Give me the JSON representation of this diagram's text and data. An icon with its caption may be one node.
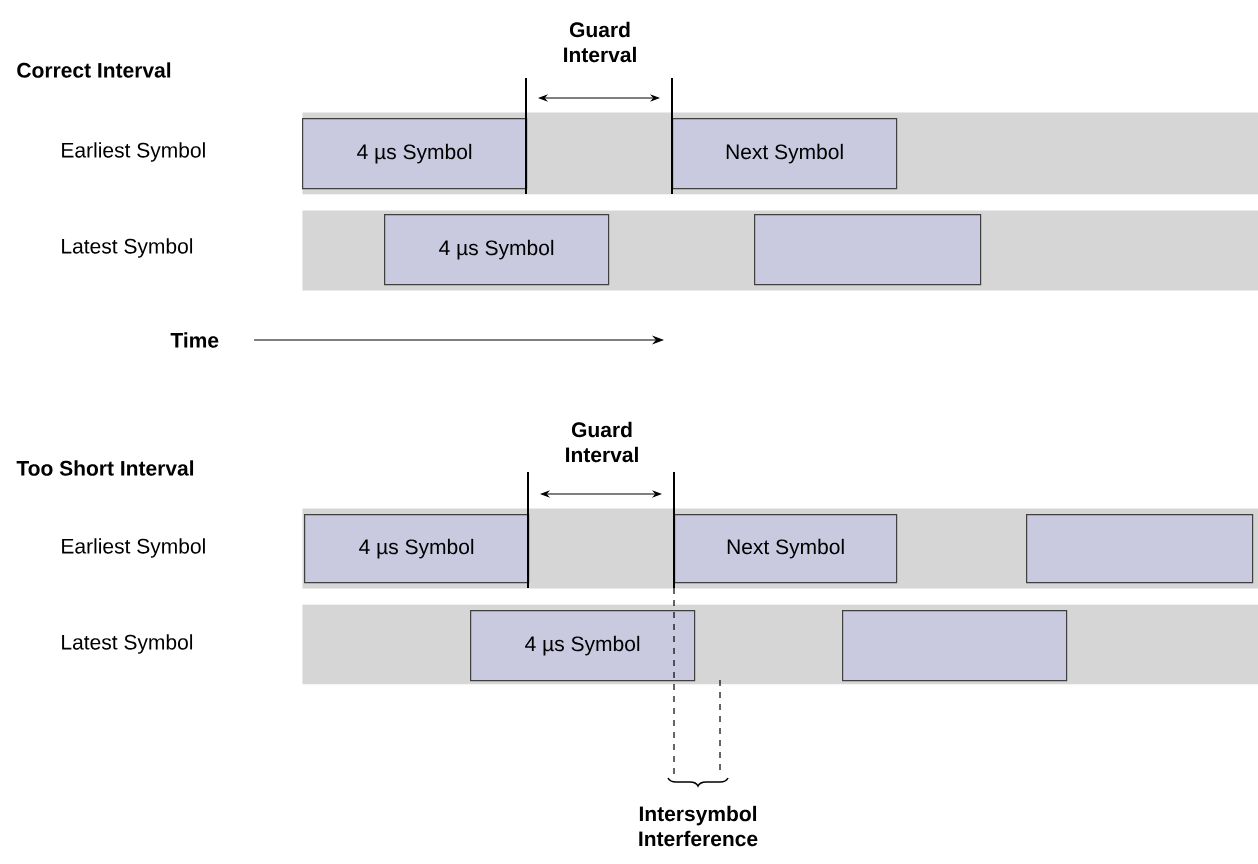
{
  "diagram": {
    "nodes": [
      {
        "text": [],
        "shape": "bar"
      },
      {
        "text": [
          "4 µs Symbol"
        ],
        "in": 0
      },
      {
        "text": [
          "Next Symbol"
        ],
        "in": 0
      },
      {
        "text": [],
        "shape": "bar"
      },
      {
        "text": [
          "4 µs Symbol"
        ],
        "in": 3
      },
      {
        "text": [],
        "shape": "box",
        "in": 3
      },
      {
        "text": [],
        "shape": "bar"
      },
      {
        "text": [
          "4 µs Symbol"
        ],
        "in": 6
      },
      {
        "text": [
          "Next Symbol"
        ],
        "in": 6
      },
      {
        "text": [],
        "shape": "box",
        "in": 6
      },
      {
        "text": [],
        "shape": "bar"
      },
      {
        "text": [
          "4 µs Symbol"
        ],
        "in": 10
      },
      {
        "text": [],
        "shape": "box",
        "in": 10
      }
    ],
    "labels": [
      "Guard Interval",
      "Correct Interval",
      "Earliest Symbol",
      "Latest Symbol",
      "Time",
      "Guard Interval",
      "Too Short Interval",
      "Earliest Symbol",
      "Latest Symbol",
      "Intersymbol Interference"
    ]
  }
}
